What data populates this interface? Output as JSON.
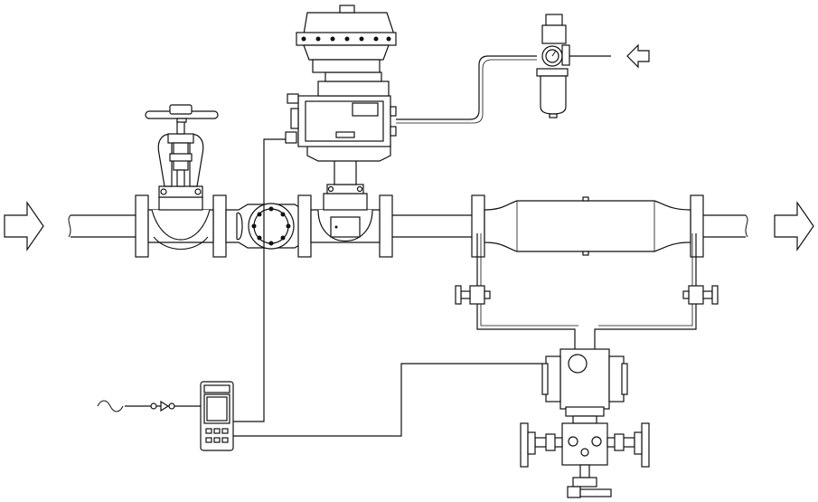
{
  "diagram": {
    "colors": {
      "stroke": "#111111",
      "background": "#ffffff"
    },
    "components": [
      "flow-arrow-in",
      "main-pipe",
      "globe-shutoff-valve",
      "temperature-sensor",
      "control-valve-body",
      "pneumatic-actuator",
      "valve-positioner",
      "air-filter-regulator",
      "air-supply-arrow",
      "flow-meter-tube",
      "impulse-root-valves",
      "differential-pressure-transmitter",
      "five-valve-manifold",
      "flow-computer",
      "power-supply-symbol",
      "flow-arrow-out"
    ]
  }
}
